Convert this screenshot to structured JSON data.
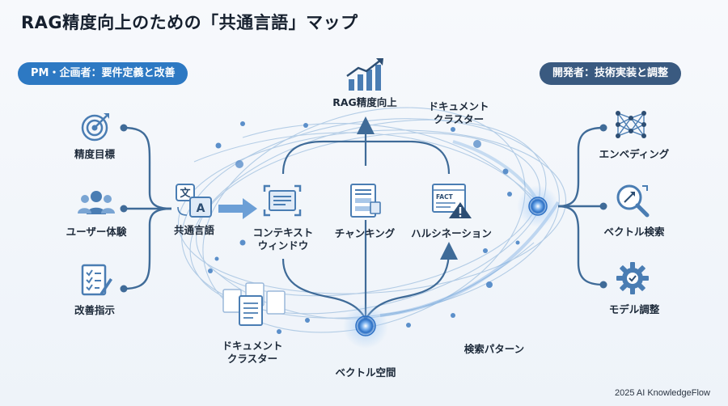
{
  "title": "RAG精度向上のための「共通言語」マップ",
  "left_pill": "PM・企画者：要件定義と改善",
  "right_pill": "開発者：技術実装と調整",
  "left_items": [
    "精度目標",
    "ユーザー体験",
    "改善指示"
  ],
  "right_items": [
    "エンベディング",
    "ベクトル検索",
    "モデル調整"
  ],
  "center": {
    "common_language": "共通言語",
    "context_window_1": "コンテキスト",
    "context_window_2": "ウィンドウ",
    "chunking": "チャンキング",
    "hallucination": "ハルシネーション",
    "rag_top": "RAG精度向上",
    "doc_cluster_top_1": "ドキュメント",
    "doc_cluster_top_2": "クラスター",
    "doc_cluster_bottom_1": "ドキュメント",
    "doc_cluster_bottom_2": "クラスター",
    "vector_space": "ベクトル空間",
    "search_pattern": "検索パターン",
    "fact_tag": "FACT",
    "translate_glyph": "文",
    "a_glyph": "A"
  },
  "colors": {
    "accent": "#2d79c3",
    "dark": "#3a5a80",
    "line": "#3f6b98",
    "icon": "#4a7db3"
  },
  "footer": "2025 AI KnowledgeFlow"
}
